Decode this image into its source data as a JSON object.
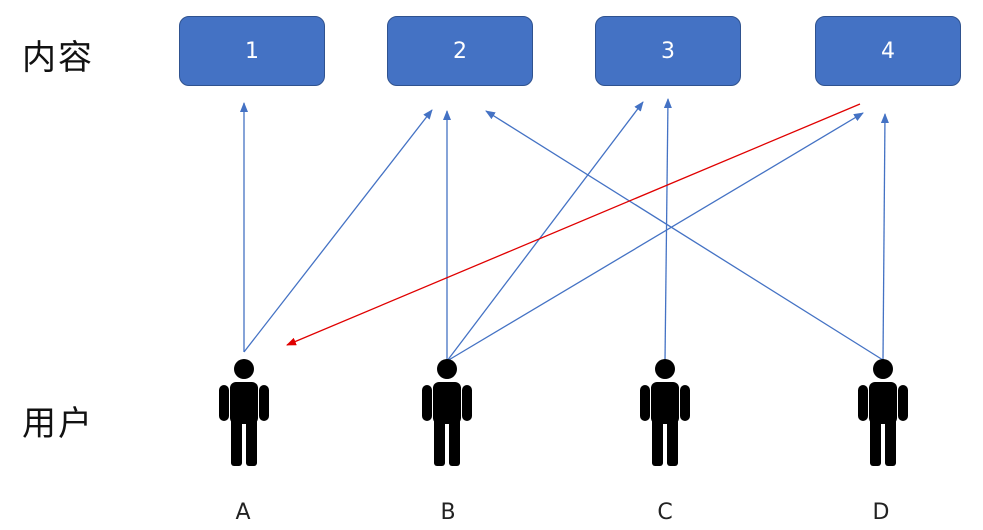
{
  "labels": {
    "content_row": "内容",
    "users_row": "用户"
  },
  "content_items": [
    "1",
    "2",
    "3",
    "4"
  ],
  "users": [
    "A",
    "B",
    "C",
    "D"
  ],
  "colors": {
    "box_fill": "#4472c4",
    "box_border": "#2f528f",
    "arrow_blue": "#4472c4",
    "arrow_red": "#e00000",
    "person": "#000000"
  },
  "icons": {
    "person": "person-icon"
  }
}
